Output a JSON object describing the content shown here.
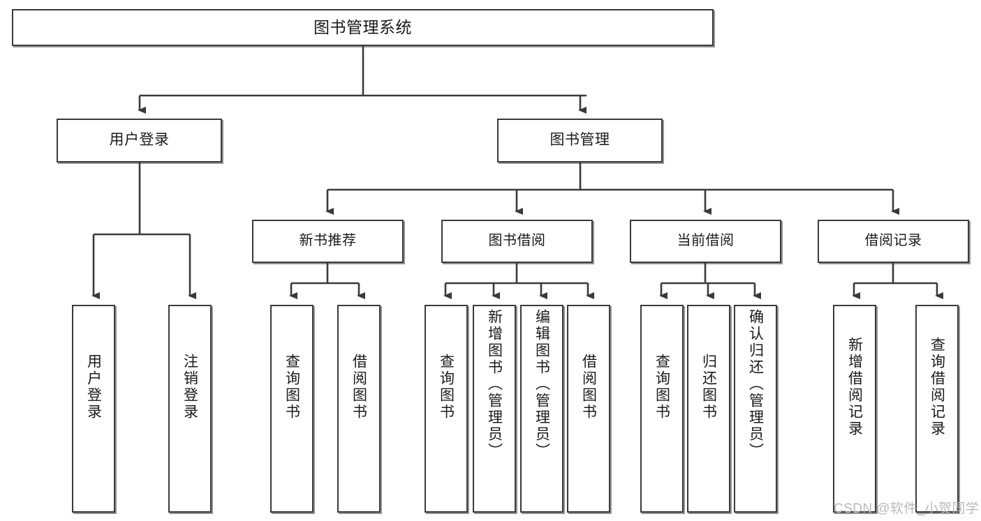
{
  "diagram": {
    "type": "tree",
    "title": "图书管理系统",
    "root": {
      "label": "图书管理系统"
    },
    "branches": [
      {
        "label": "用户登录"
      },
      {
        "label": "图书管理"
      }
    ],
    "groups": [
      {
        "label": "新书推荐"
      },
      {
        "label": "图书借阅"
      },
      {
        "label": "当前借阅"
      },
      {
        "label": "借阅记录"
      }
    ],
    "leaves": {
      "user_login": [
        {
          "label": "用户登录"
        },
        {
          "label": "注销登录"
        }
      ],
      "new_book_recommend": [
        {
          "label": "查询图书"
        },
        {
          "label": "借阅图书"
        }
      ],
      "book_borrow": [
        {
          "label": "查询图书"
        },
        {
          "label": "新增图书（管理员）"
        },
        {
          "label": "编辑图书（管理员）"
        },
        {
          "label": "借阅图书"
        }
      ],
      "current_borrow": [
        {
          "label": "查询图书"
        },
        {
          "label": "归还图书"
        },
        {
          "label": "确认归还（管理员）"
        }
      ],
      "borrow_record": [
        {
          "label": "新增借阅记录"
        },
        {
          "label": "查询借阅记录"
        }
      ]
    }
  },
  "watermark": {
    "text": "CSDN @软件_小贺同学"
  },
  "colors": {
    "stroke": "#3a3a3a",
    "background": "#ffffff",
    "text": "#1a1a1a",
    "watermark": "#b9b9b9"
  }
}
